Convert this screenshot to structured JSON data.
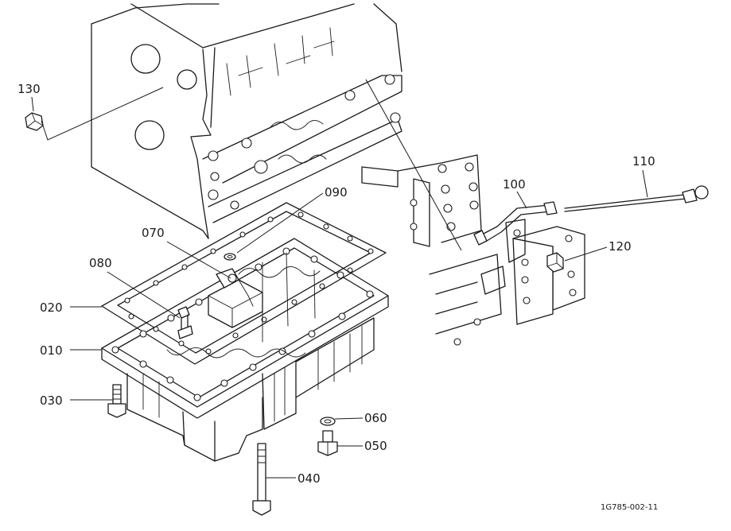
{
  "diagram": {
    "callouts": {
      "c130": "130",
      "c110": "110",
      "c100": "100",
      "c120": "120",
      "c090": "090",
      "c070": "070",
      "c080": "080",
      "c020": "020",
      "c010": "010",
      "c030": "030",
      "c060": "060",
      "c050": "050",
      "c040": "040"
    },
    "reference_code": "1G785-002-11"
  },
  "colors": {
    "line": "#1a1a1a",
    "background": "#ffffff"
  }
}
